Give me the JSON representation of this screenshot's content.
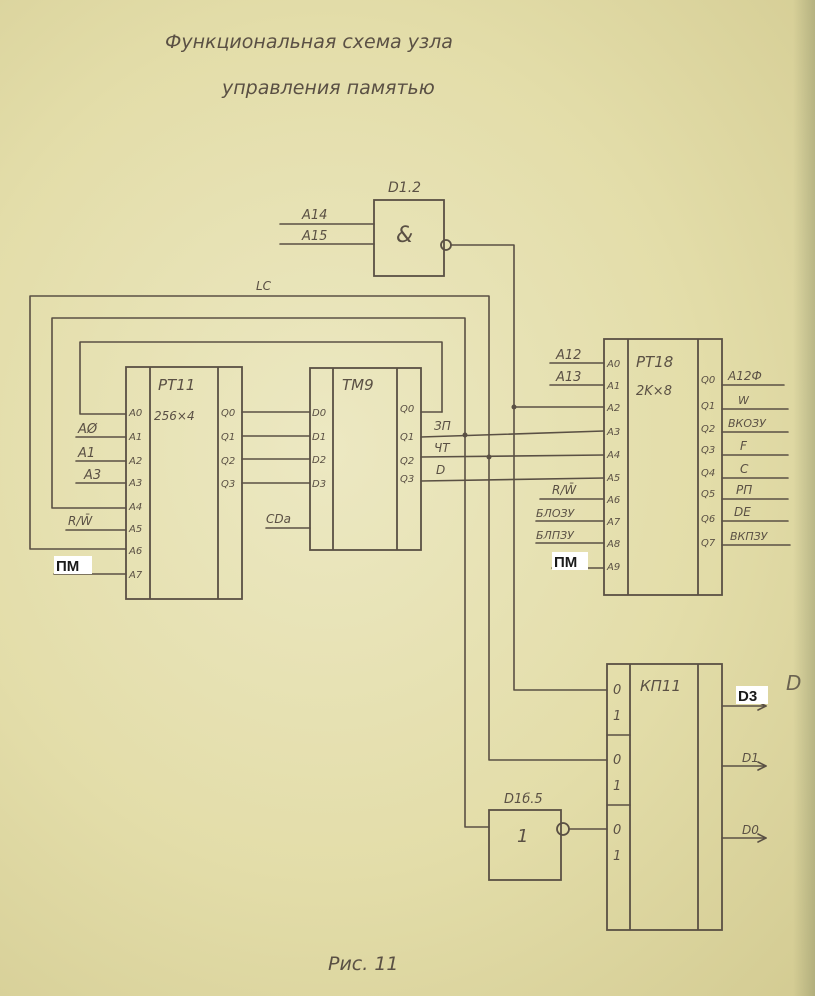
{
  "title": {
    "line1": "Функциональная схема узла",
    "line2": "управления памятью"
  },
  "caption": "Рис. 11",
  "gate_and": {
    "name": "D1.2",
    "symbol": "&",
    "inputs": [
      "A14",
      "A15"
    ]
  },
  "bus_label": "LC",
  "rt11": {
    "name": "PT11",
    "size": "256×4",
    "left_pins": [
      "A0",
      "A1",
      "A2",
      "A3",
      "A4",
      "A5",
      "A6",
      "A7"
    ],
    "right_pins": [
      "Q0",
      "Q1",
      "Q2",
      "Q3"
    ],
    "inputs": [
      "AØ",
      "A1",
      "A3",
      "R/W̄",
      "ПМ"
    ]
  },
  "tm9": {
    "name": "TM9",
    "left_pins": [
      "D0",
      "D1",
      "D2",
      "D3"
    ],
    "right_pins": [
      "Q0",
      "Q1",
      "Q2",
      "Q3"
    ],
    "clock": "CDa",
    "outputs": [
      "ЗП",
      "ЧТ",
      "D"
    ]
  },
  "rt18": {
    "name": "PT18",
    "size": "2K×8",
    "left_pins": [
      "A0",
      "A1",
      "A2",
      "A3",
      "A4",
      "A5",
      "A6",
      "A7",
      "A8",
      "A9"
    ],
    "right_pins": [
      "Q0",
      "Q1",
      "Q2",
      "Q3",
      "Q4",
      "Q5",
      "Q6",
      "Q7"
    ],
    "inputs": [
      "A12",
      "A13",
      "R/W̄",
      "БЛОЗУ",
      "БЛПЗУ",
      "ПМ"
    ],
    "outputs": [
      "A12Ф",
      "W",
      "ВКОЗУ",
      "F",
      "C",
      "PП",
      "DE",
      "ВКПЗУ"
    ]
  },
  "kp11": {
    "name": "КП11",
    "pins": [
      "0",
      "1",
      "0",
      "1",
      "0",
      "1"
    ],
    "outputs": [
      "D3",
      "D1",
      "D0"
    ],
    "extra": "D"
  },
  "gate_not": {
    "name": "D1б.5",
    "symbol": "1"
  }
}
